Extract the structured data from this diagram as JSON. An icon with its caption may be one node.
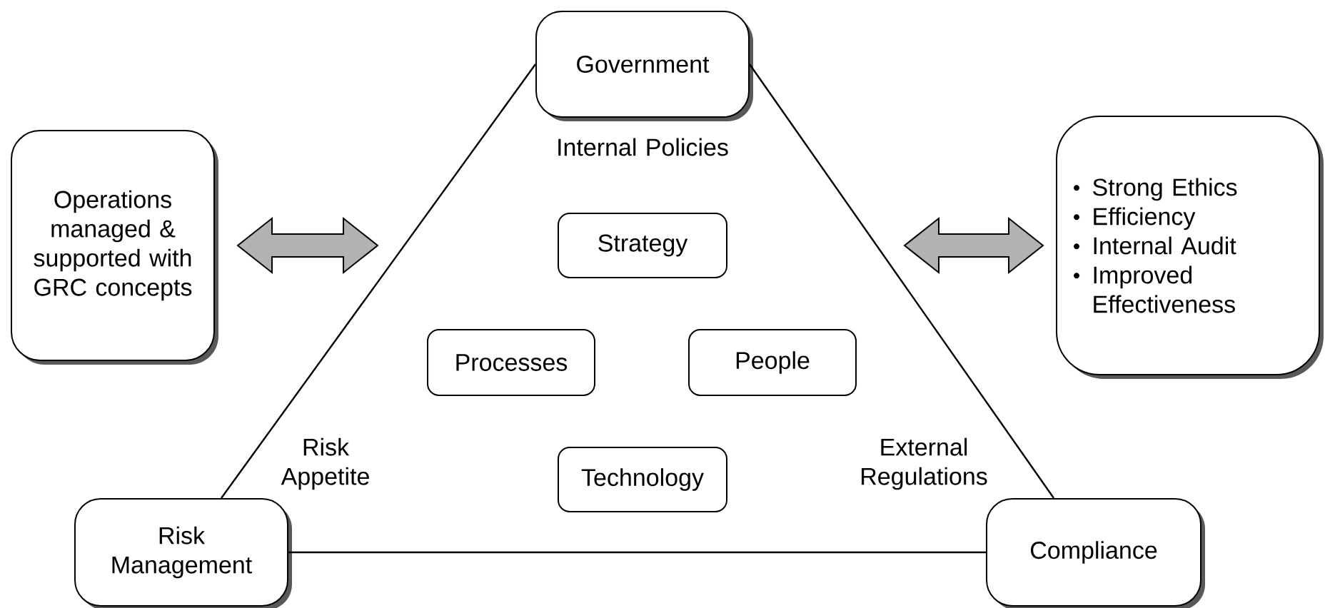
{
  "diagram": {
    "nodes": [
      {
        "text": [
          "Government"
        ]
      },
      {
        "text": [
          "Risk Management"
        ]
      },
      {
        "text": [
          "Compliance"
        ]
      },
      {
        "text": [
          "Operations managed & supported with GRC concepts"
        ]
      },
      {
        "text": [
          "Strong Ethics",
          "Efficiency",
          "Internal Audit",
          "Improved Effectiveness"
        ]
      },
      {
        "text": [
          "Strategy"
        ]
      },
      {
        "text": [
          "Processes"
        ]
      },
      {
        "text": [
          "People"
        ]
      },
      {
        "text": [
          "Technology"
        ]
      }
    ],
    "edges": [
      {
        "from": 0,
        "to": 1,
        "arrow": "none"
      },
      {
        "from": 0,
        "to": 2,
        "arrow": "none"
      },
      {
        "from": 1,
        "to": 2,
        "arrow": "none"
      },
      {
        "from": 3,
        "to": null,
        "arrow": "both"
      },
      {
        "from": 4,
        "to": null,
        "arrow": "both"
      }
    ],
    "labels": [
      "Internal Policies",
      "Risk Appetite",
      "External Regulations"
    ]
  }
}
